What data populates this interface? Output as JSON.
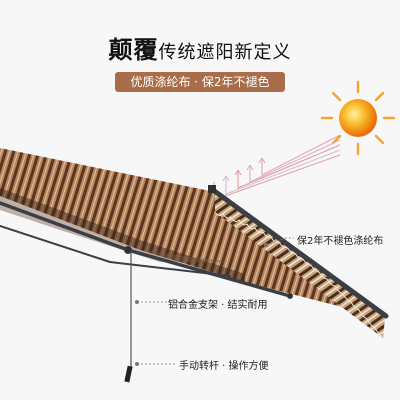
{
  "headline": {
    "bold": "颠覆",
    "rest": "传统遮阳新定义"
  },
  "tagline": "优质涤纶布 · 保2年不褪色",
  "callouts": {
    "fabric": "保2年不褪色涤纶布",
    "frame": "铝合金支架 · 结实耐用",
    "crank": "手动转杆 · 操作方便"
  },
  "colors": {
    "pill": "#a96e49",
    "stripe_dark": "#5b3522",
    "stripe_light": "#b7865d",
    "frame": "#3b3f45",
    "sun": "#f39a1a"
  },
  "icons": [
    "sun-icon",
    "uv-arrows-icon",
    "crank-handle-icon"
  ]
}
